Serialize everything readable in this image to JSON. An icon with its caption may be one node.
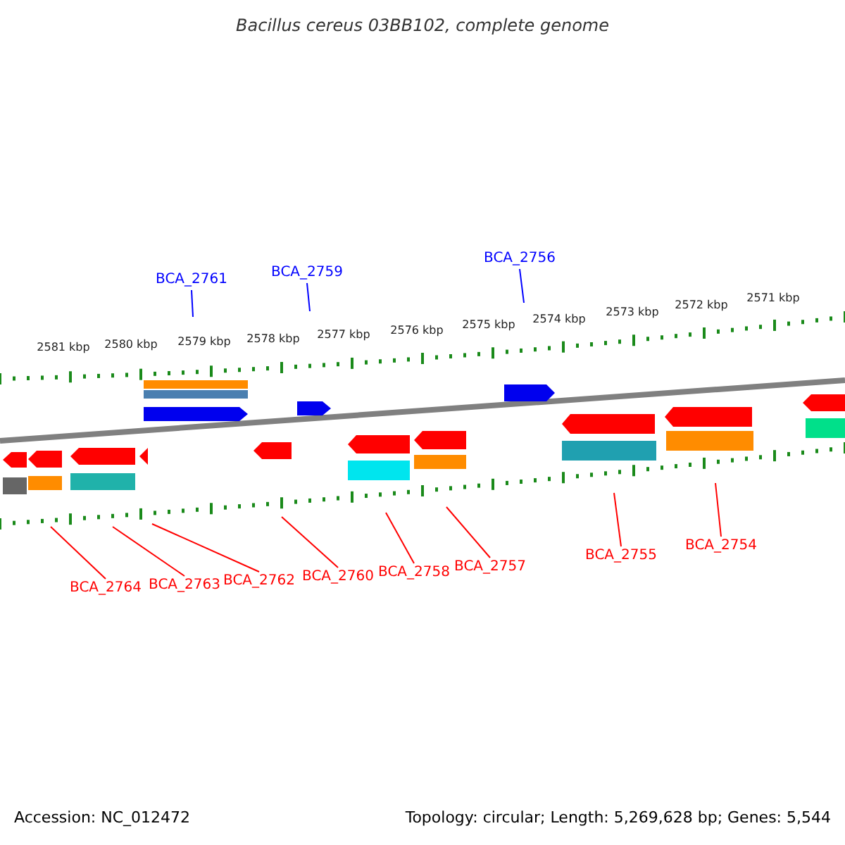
{
  "diagram": {
    "title": "Bacillus cereus 03BB102, complete genome",
    "nodes": [
      {
        "text": [
          "BCA_2761"
        ]
      },
      {
        "text": [
          "BCA_2759"
        ]
      },
      {
        "text": [
          "BCA_2756"
        ]
      },
      {
        "text": [
          "BCA_2764"
        ]
      },
      {
        "text": [
          "BCA_2763"
        ]
      },
      {
        "text": [
          "BCA_2762"
        ]
      },
      {
        "text": [
          "BCA_2760"
        ]
      },
      {
        "text": [
          "BCA_2758"
        ]
      },
      {
        "text": [
          "BCA_2757"
        ]
      },
      {
        "text": [
          "BCA_2755"
        ]
      },
      {
        "text": [
          "BCA_2754"
        ]
      }
    ],
    "edges": [
      {
        "from": 0,
        "to": null,
        "arrow": "none",
        "color": "#0000ff"
      },
      {
        "from": 1,
        "to": null,
        "arrow": "none",
        "color": "#0000ff"
      },
      {
        "from": 2,
        "to": null,
        "arrow": "none",
        "color": "#0000ff"
      },
      {
        "from": 3,
        "to": null,
        "arrow": "none"
      },
      {
        "from": 4,
        "to": null,
        "arrow": "none"
      },
      {
        "from": 5,
        "to": null,
        "arrow": "none"
      },
      {
        "from": 6,
        "to": null,
        "arrow": "none"
      },
      {
        "from": 7,
        "to": null,
        "arrow": "none"
      },
      {
        "from": 8,
        "to": null,
        "arrow": "none"
      },
      {
        "from": 9,
        "to": null,
        "arrow": "none"
      },
      {
        "from": 10,
        "to": null,
        "arrow": "none"
      }
    ],
    "labels": [
      "2581 kbp",
      "2580 kbp",
      "2579 kbp",
      "2578 kbp",
      "2577 kbp",
      "2576 kbp",
      "2575 kbp",
      "2574 kbp",
      "2573 kbp",
      "2572 kbp",
      "2571 kbp",
      "Accession: NC_012472",
      "Topology: circular; Length: 5,269,628 bp; Genes: 5,544"
    ]
  }
}
